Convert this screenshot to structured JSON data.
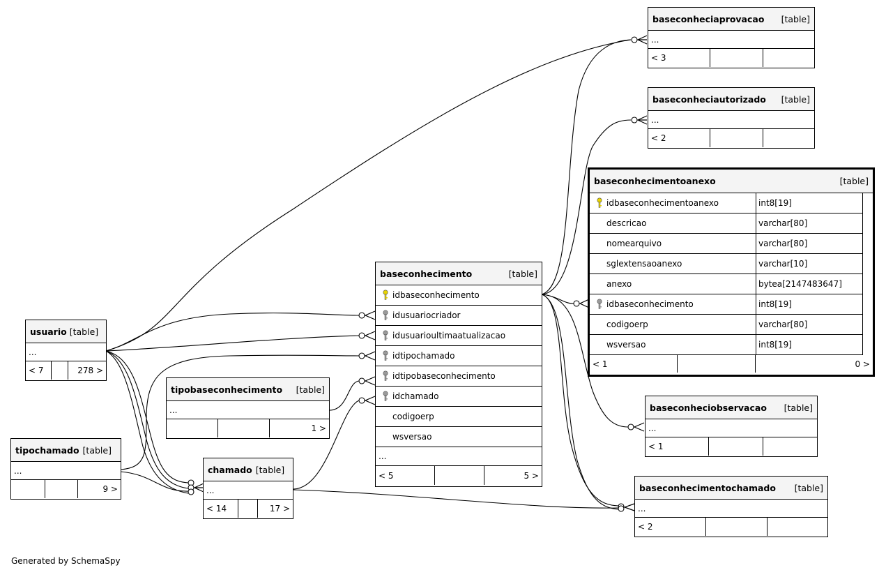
{
  "footer": "Generated by SchemaSpy",
  "colors": {
    "primary_key": "#e8d400",
    "foreign_key": "#9a9a9a"
  },
  "tables": {
    "baseconheciaprovacao": {
      "name": "baseconheciaprovacao",
      "kind": "[table]",
      "ellipsis": "...",
      "parents": "< 3",
      "mid": "",
      "children": ""
    },
    "baseconheciautorizado": {
      "name": "baseconheciautorizado",
      "kind": "[table]",
      "ellipsis": "...",
      "parents": "< 2",
      "mid": "",
      "children": ""
    },
    "baseconhecimentoanexo": {
      "name": "baseconhecimentoanexo",
      "kind": "[table]",
      "columns": [
        {
          "name": "idbaseconhecimentoanexo",
          "type": "int8[19]",
          "key": "primary-key-icon"
        },
        {
          "name": "descricao",
          "type": "varchar[80]",
          "key": ""
        },
        {
          "name": "nomearquivo",
          "type": "varchar[80]",
          "key": ""
        },
        {
          "name": "sglextensaoanexo",
          "type": "varchar[10]",
          "key": ""
        },
        {
          "name": "anexo",
          "type": "bytea[2147483647]",
          "key": ""
        },
        {
          "name": "idbaseconhecimento",
          "type": "int8[19]",
          "key": "foreign-key-icon"
        },
        {
          "name": "codigoerp",
          "type": "varchar[80]",
          "key": ""
        },
        {
          "name": "wsversao",
          "type": "int8[19]",
          "key": ""
        }
      ],
      "parents": "< 1",
      "mid": "",
      "children": "0 >"
    },
    "baseconhecimento": {
      "name": "baseconhecimento",
      "kind": "[table]",
      "columns": [
        {
          "name": "idbaseconhecimento",
          "key": "primary-key-icon"
        },
        {
          "name": "idusuariocriador",
          "key": "foreign-key-icon"
        },
        {
          "name": "idusuarioultimaatualizacao",
          "key": "foreign-key-icon"
        },
        {
          "name": "idtipochamado",
          "key": "foreign-key-icon"
        },
        {
          "name": "idtipobaseconhecimento",
          "key": "foreign-key-icon"
        },
        {
          "name": "idchamado",
          "key": "foreign-key-icon"
        },
        {
          "name": "codigoerp",
          "key": ""
        },
        {
          "name": "wsversao",
          "key": ""
        }
      ],
      "ellipsis": "...",
      "parents": "< 5",
      "mid": "",
      "children": "5 >"
    },
    "usuario": {
      "name": "usuario",
      "kind": "[table]",
      "ellipsis": "...",
      "parents": "< 7",
      "mid": "",
      "children": "278 >"
    },
    "tipobaseconhecimento": {
      "name": "tipobaseconhecimento",
      "kind": "[table]",
      "ellipsis": "...",
      "parents": "",
      "mid": "",
      "children": "1 >"
    },
    "tipochamado": {
      "name": "tipochamado",
      "kind": "[table]",
      "ellipsis": "...",
      "parents": "",
      "mid": "",
      "children": "9 >"
    },
    "chamado": {
      "name": "chamado",
      "kind": "[table]",
      "ellipsis": "...",
      "parents": "< 14",
      "mid": "",
      "children": "17 >"
    },
    "baseconheciobservacao": {
      "name": "baseconheciobservacao",
      "kind": "[table]",
      "ellipsis": "...",
      "parents": "< 1",
      "mid": "",
      "children": ""
    },
    "baseconhecimentochamado": {
      "name": "baseconhecimentochamado",
      "kind": "[table]",
      "ellipsis": "...",
      "parents": "< 2",
      "mid": "",
      "children": ""
    }
  }
}
